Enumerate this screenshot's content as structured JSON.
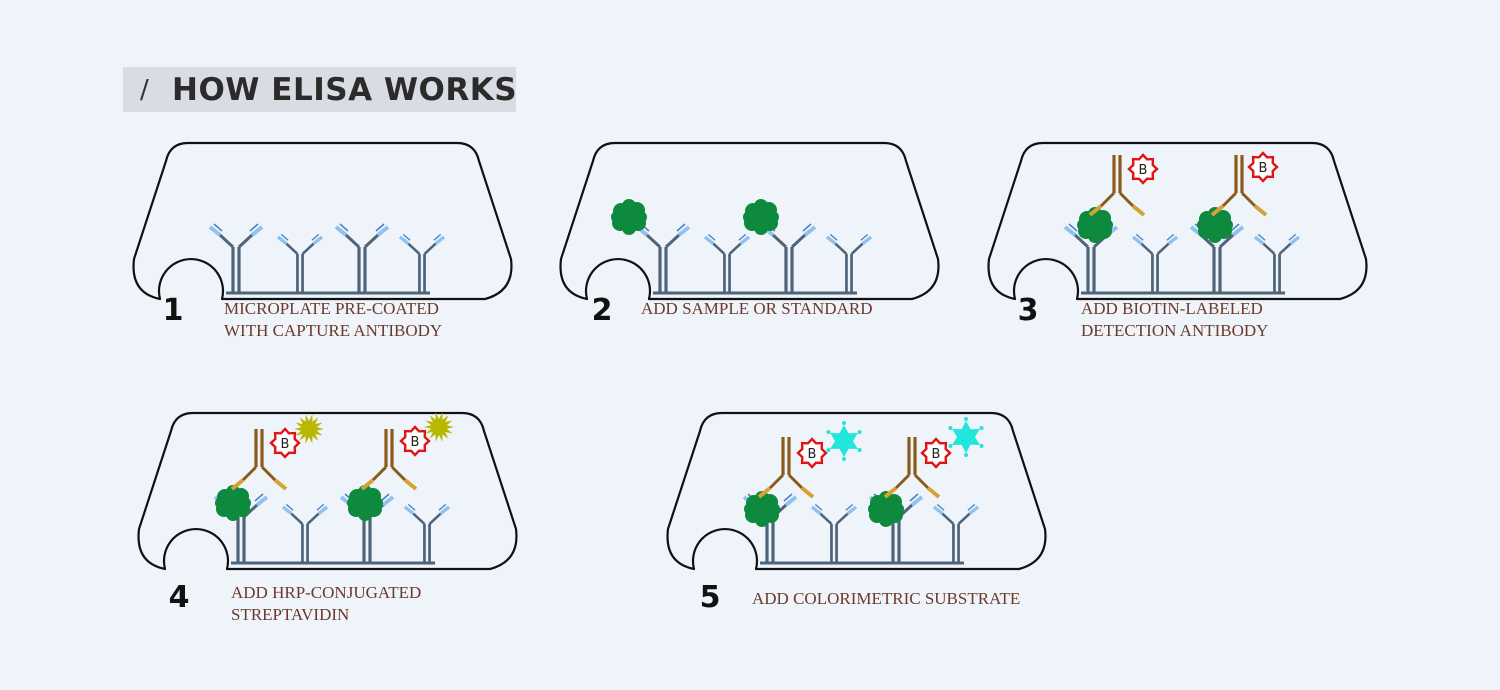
{
  "header": {
    "slash": "/",
    "title": "HOW ELISA WORKS"
  },
  "colors": {
    "capture_antibody": "#4d6479",
    "antibody_tip": "#8fc2ef",
    "antibody_tip_dark": "#4c82c8",
    "detection_antibody": "#8b5a1b",
    "detection_tip": "#d5a233",
    "antigen": "#0d8a3e",
    "biotin": "#e01414",
    "hrp": "#b8b800",
    "substrate": "#22e5dc",
    "outline": "#111111"
  },
  "steps": [
    {
      "number": "1",
      "label_lines": [
        "MICROPLATE PRE-COATED",
        "WITH CAPTURE ANTIBODY"
      ]
    },
    {
      "number": "2",
      "label_lines": [
        "ADD SAMPLE OR STANDARD"
      ]
    },
    {
      "number": "3",
      "label_lines": [
        "ADD BIOTIN-LABELED",
        "DETECTION ANTIBODY"
      ],
      "biotin_letter": "B"
    },
    {
      "number": "4",
      "label_lines": [
        "ADD HRP-CONJUGATED",
        "STREPTAVIDIN"
      ],
      "biotin_letter": "B"
    },
    {
      "number": "5",
      "label_lines": [
        "ADD COLORIMETRIC SUBSTRATE"
      ],
      "biotin_letter": "B"
    }
  ]
}
